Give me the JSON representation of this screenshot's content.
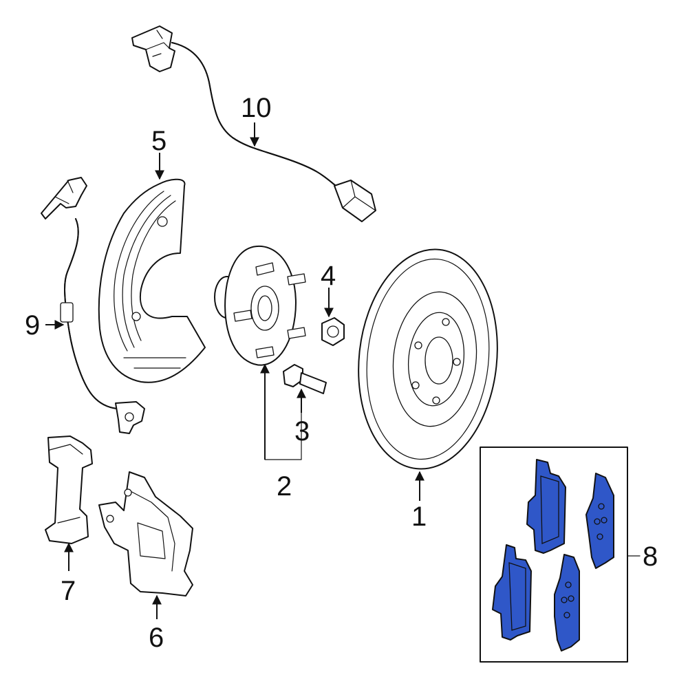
{
  "labels": {
    "rotor": "1",
    "hub": "2",
    "bolt": "3",
    "nut": "4",
    "shield": "5",
    "caliper": "6",
    "bracket": "7",
    "pads": "8",
    "hose": "9",
    "sensor": "10"
  },
  "colors": {
    "pad_fill": "#2f57c8",
    "line": "#111111"
  }
}
